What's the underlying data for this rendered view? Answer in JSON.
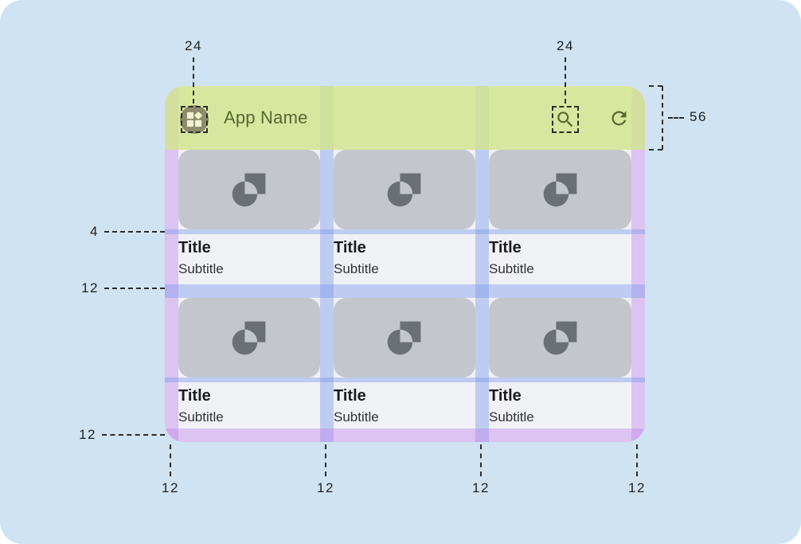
{
  "appbar": {
    "title": "App Name",
    "logo_icon": "apps-logo",
    "search_icon": "search",
    "refresh_icon": "refresh",
    "background": "#d7e59d",
    "text_color": "#56672e"
  },
  "cards": [
    {
      "title": "Title",
      "subtitle": "Subtitle"
    },
    {
      "title": "Title",
      "subtitle": "Subtitle"
    },
    {
      "title": "Title",
      "subtitle": "Subtitle"
    },
    {
      "title": "Title",
      "subtitle": "Subtitle"
    },
    {
      "title": "Title",
      "subtitle": "Subtitle"
    },
    {
      "title": "Title",
      "subtitle": "Subtitle"
    }
  ],
  "measurements": {
    "leading_icon_size": "24",
    "search_icon_size": "24",
    "appbar_height": "56",
    "image_text_gap": "4",
    "row_gap": "12",
    "bottom_margin_left": "12",
    "bottom_edges": [
      "12",
      "12",
      "12",
      "12"
    ]
  },
  "overlay_colors": {
    "page_background": "#cfe3f2",
    "margin_purple": "#ddc3f0",
    "gutter_blue": "#c3d0f2",
    "card_image_gray": "#c3c7cc",
    "card_surface": "#f0f1f5"
  }
}
